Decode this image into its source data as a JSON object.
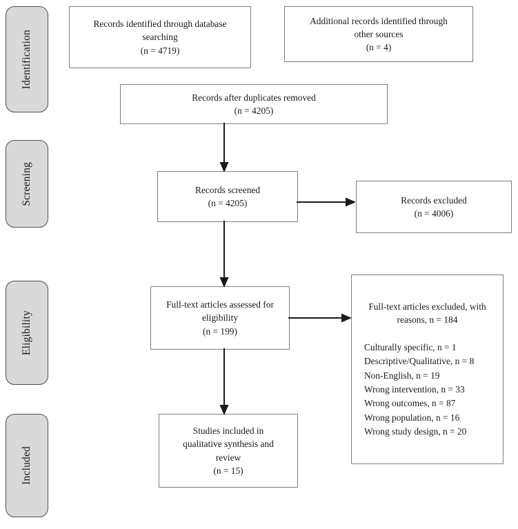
{
  "diagram": {
    "title": "PRISMA flow diagram",
    "line_color": "#7f7f7f",
    "arrow_color": "#1a1a1a",
    "pill_fill": "#d9d9d9",
    "pill_border": "#4d4d4d"
  },
  "stages": [
    {
      "id": "identification",
      "label": "Identification"
    },
    {
      "id": "screening",
      "label": "Screening"
    },
    {
      "id": "eligibility",
      "label": "Eligibility"
    },
    {
      "id": "included",
      "label": "Included"
    }
  ],
  "boxes": {
    "database_records": {
      "line1": "Records identified through database",
      "line2": "searching",
      "line3": "(n = 4719)"
    },
    "other_records": {
      "line1": "Additional records identified through",
      "line2": "other sources",
      "line3": "(n = 4)"
    },
    "duplicates_removed": {
      "line1": "Records after duplicates removed",
      "line2": "(n = 4205)"
    },
    "records_screened": {
      "line1": "Records screened",
      "line2": "(n = 4205)"
    },
    "records_excluded": {
      "line1": "Records excluded",
      "line2": "(n = 4006)"
    },
    "fulltext_assessed": {
      "line1": "Full-text articles assessed for",
      "line2": "eligibility",
      "line3": "(n = 199)"
    },
    "fulltext_excluded": {
      "head_line1": "Full-text articles excluded, with",
      "head_line2": "reasons, n = 184",
      "reasons": [
        "Culturally specific, n = 1",
        "Descriptive/Qualitative, n = 8",
        "Non-English, n = 19",
        "Wrong intervention, n = 33",
        "Wrong outcomes, n = 87",
        "Wrong population, n = 16",
        "Wrong study design, n = 20"
      ]
    },
    "studies_included": {
      "line1": "Studies included in",
      "line2": "qualitative synthesis and",
      "line3": "review",
      "line4": "(n = 15)"
    }
  }
}
